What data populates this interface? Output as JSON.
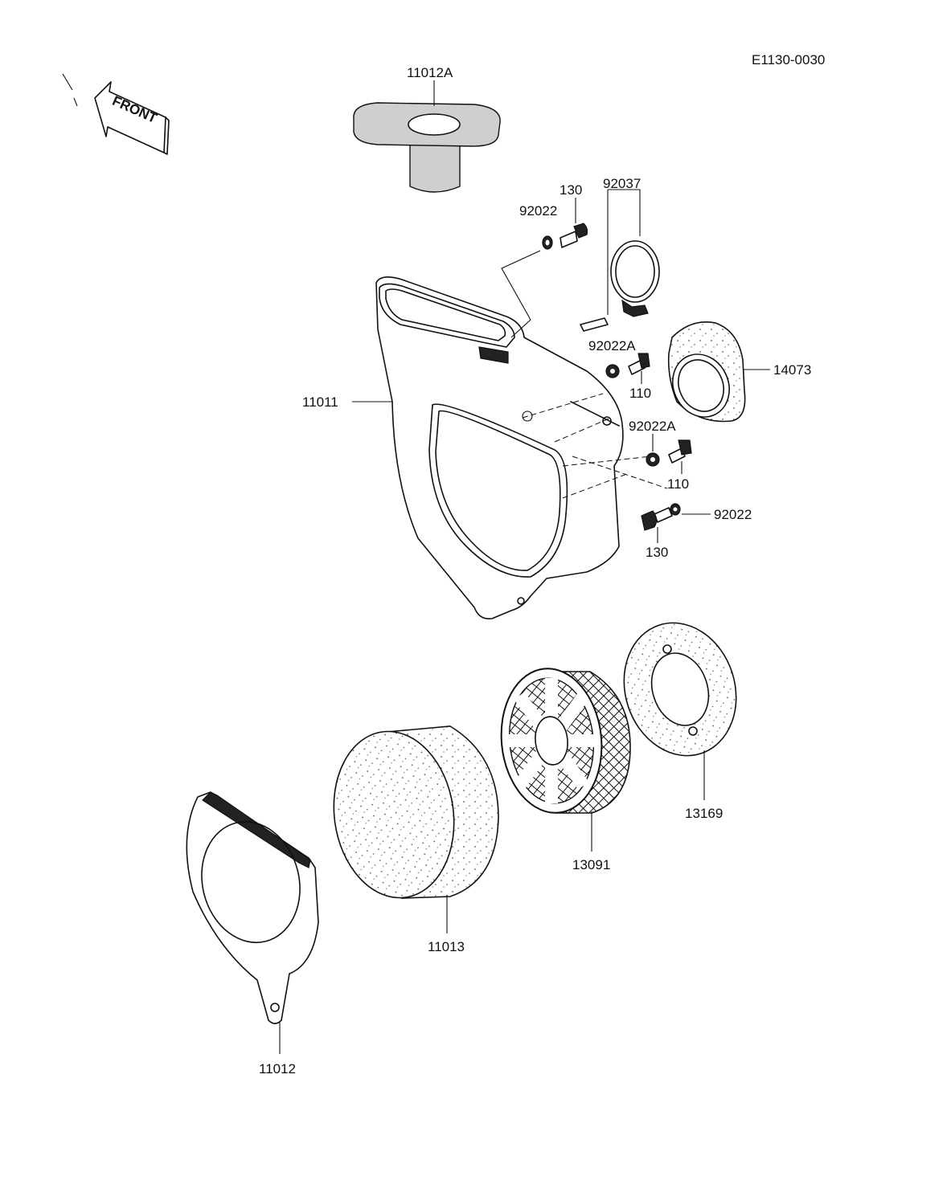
{
  "diagram": {
    "code": "E1130-0030",
    "front_label": "FRONT",
    "parts": {
      "p11012A": "11012A",
      "p130_top": "130",
      "p92022_top": "92022",
      "p92037": "92037",
      "p11011": "11011",
      "p92022A_1": "92022A",
      "p110_1": "110",
      "p14073": "14073",
      "p92022A_2": "92022A",
      "p110_2": "110",
      "p92022_bottom": "92022",
      "p130_bottom": "130",
      "p13169": "13169",
      "p13091": "13091",
      "p11013": "11013",
      "p11012": "11012"
    }
  }
}
